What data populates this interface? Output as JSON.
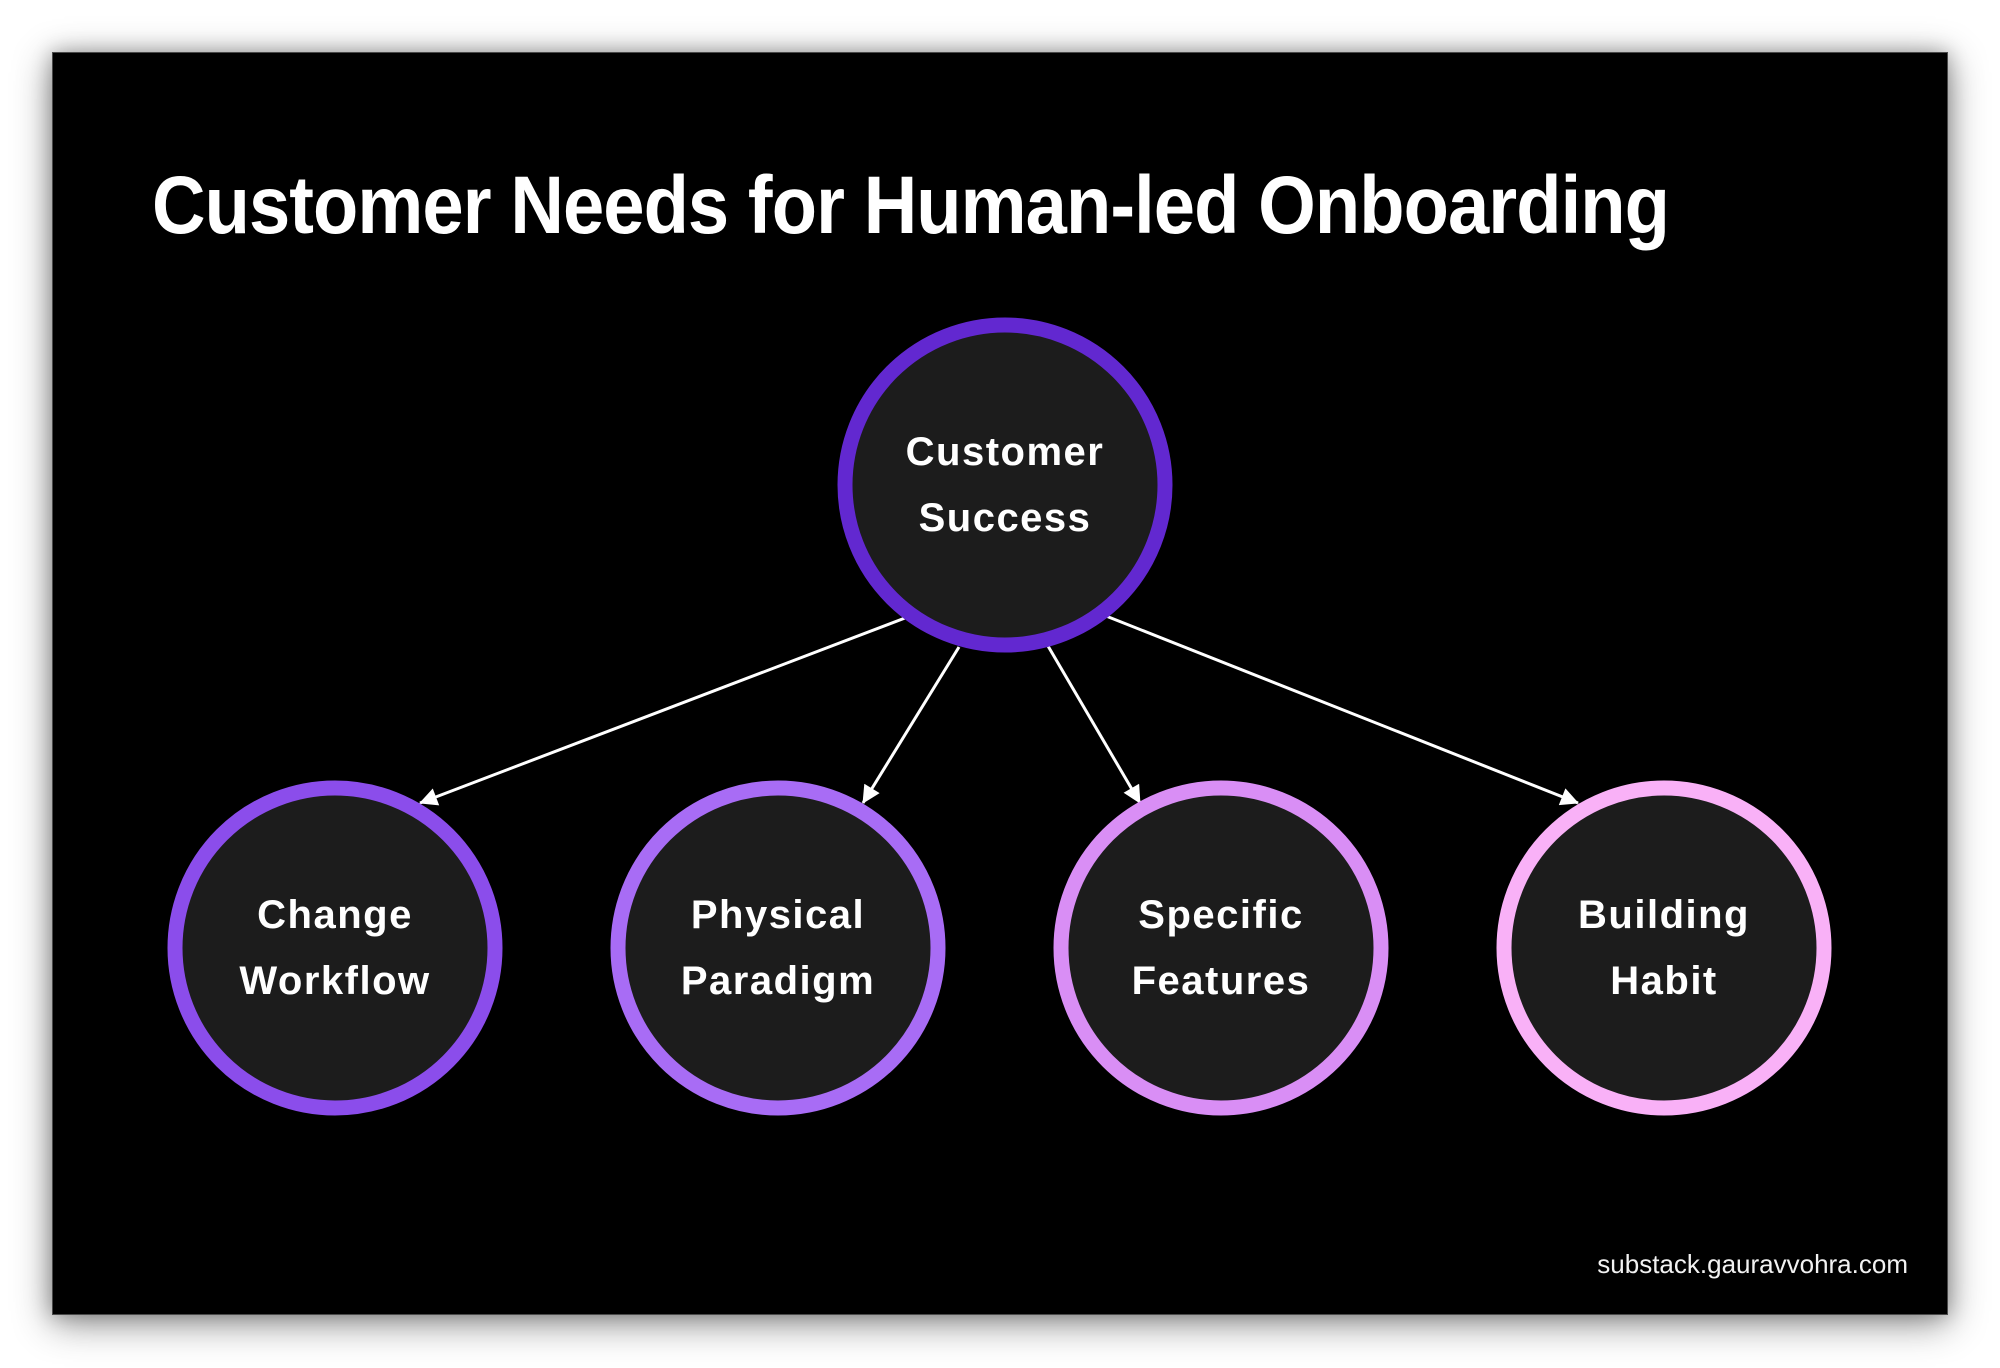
{
  "title": "Customer Needs for Human-led Onboarding",
  "footer": "substack.gauravvohra.com",
  "colors": {
    "panel_background": "#000000",
    "node_fill": "#1c1c1c",
    "text": "#ffffff",
    "arrow": "#ffffff"
  },
  "root": {
    "id": "customer-success",
    "lines": [
      "Customer",
      "Success"
    ],
    "ring_color": "#6228d0"
  },
  "children": [
    {
      "id": "change-workflow",
      "lines": [
        "Change",
        "Workflow"
      ],
      "ring_color": "#8b4deb"
    },
    {
      "id": "physical-paradigm",
      "lines": [
        "Physical",
        "Paradigm"
      ],
      "ring_color": "#a86cf5"
    },
    {
      "id": "specific-features",
      "lines": [
        "Specific",
        "Features"
      ],
      "ring_color": "#d98ef5"
    },
    {
      "id": "building-habit",
      "lines": [
        "Building",
        "Habit"
      ],
      "ring_color": "#f9b1f7"
    }
  ],
  "edges": [
    {
      "from": "customer-success",
      "to": "change-workflow"
    },
    {
      "from": "customer-success",
      "to": "physical-paradigm"
    },
    {
      "from": "customer-success",
      "to": "specific-features"
    },
    {
      "from": "customer-success",
      "to": "building-habit"
    }
  ]
}
